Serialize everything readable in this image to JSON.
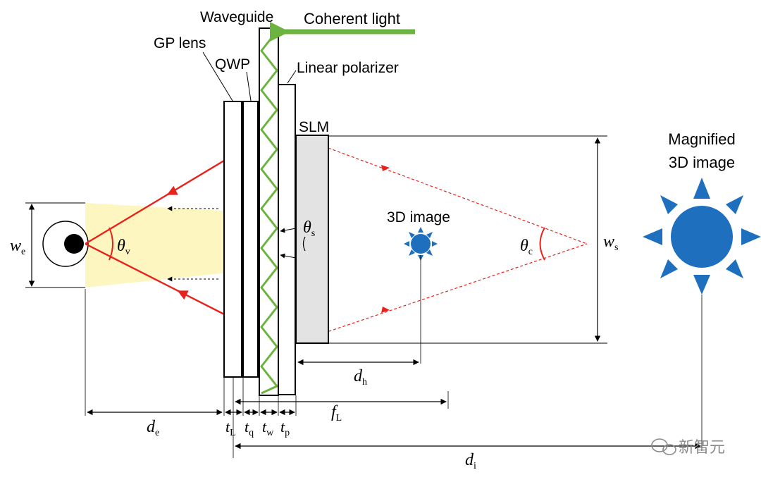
{
  "labels": {
    "waveguide": "Waveguide",
    "coherent_light": "Coherent light",
    "gp_lens": "GP lens",
    "qwp": "QWP",
    "linear_polarizer": "Linear polarizer",
    "slm": "SLM",
    "magnified_3d_image_line1": "Magnified",
    "magnified_3d_image_line2": "3D image",
    "image_3d": "3D image"
  },
  "symbols": {
    "we": {
      "base": "w",
      "sub": "e"
    },
    "theta_v": {
      "base": "θ",
      "sub": "v"
    },
    "theta_s": {
      "base": "θ",
      "sub": "s"
    },
    "theta_c": {
      "base": "θ",
      "sub": "c"
    },
    "ws": {
      "base": "w",
      "sub": "s"
    },
    "dh": {
      "base": "d",
      "sub": "h"
    },
    "fL": {
      "base": "f",
      "sub": "L"
    },
    "de": {
      "base": "d",
      "sub": "e"
    },
    "tL": {
      "base": "t",
      "sub": "L"
    },
    "tq": {
      "base": "t",
      "sub": "q"
    },
    "tw": {
      "base": "t",
      "sub": "w"
    },
    "tp": {
      "base": "t",
      "sub": "p"
    },
    "di": {
      "base": "d",
      "sub": "i"
    }
  },
  "watermark": "新智元",
  "colors": {
    "ray": "#e8221b",
    "waveguide_zigzag": "#6db33f",
    "coherent_light_arrow": "#6db33f",
    "viewing_zone": "#fdf6c0",
    "slm_fill": "#e3e3e3",
    "sun_icon": "#1f6fbf"
  }
}
